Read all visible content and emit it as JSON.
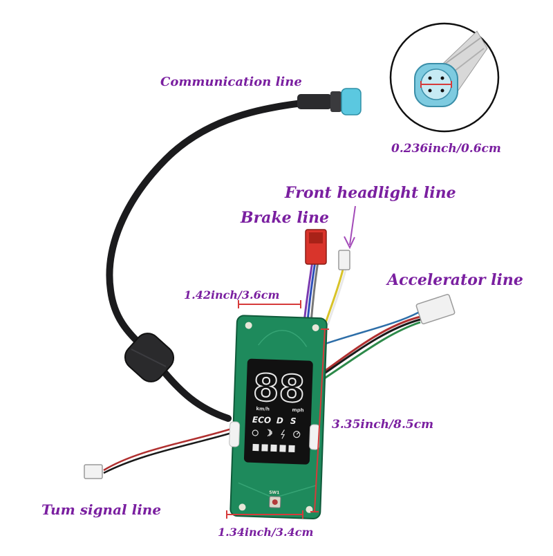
{
  "labels": {
    "communication": "Communication line",
    "front_headlight": "Front headlight line",
    "brake": "Brake line",
    "accelerator": "Accelerator line",
    "turn_signal": "Tum signal line"
  },
  "measurements": {
    "connector_diameter": "0.236inch/0.6cm",
    "top_width": "1.42inch/3.6cm",
    "height": "3.35inch/8.5cm",
    "bottom_width": "1.34inch/3.4cm"
  },
  "display": {
    "digits": "88",
    "speed_unit_left": "km/h",
    "speed_unit_right": "mph",
    "mode_eco": "ECO",
    "mode_d": "D",
    "mode_s": "S",
    "switch_label": "SW1"
  },
  "colors": {
    "label": "#7a1fa0",
    "measure_line": "#d63a3a",
    "pcb": "#1e8a5c",
    "lcd": "#111111",
    "connector": "#5bc8e0",
    "brake_plug": "#d9342b"
  },
  "icons": [
    "headlight-icon",
    "bluetooth-icon",
    "lightning-icon",
    "speedometer-icon"
  ]
}
